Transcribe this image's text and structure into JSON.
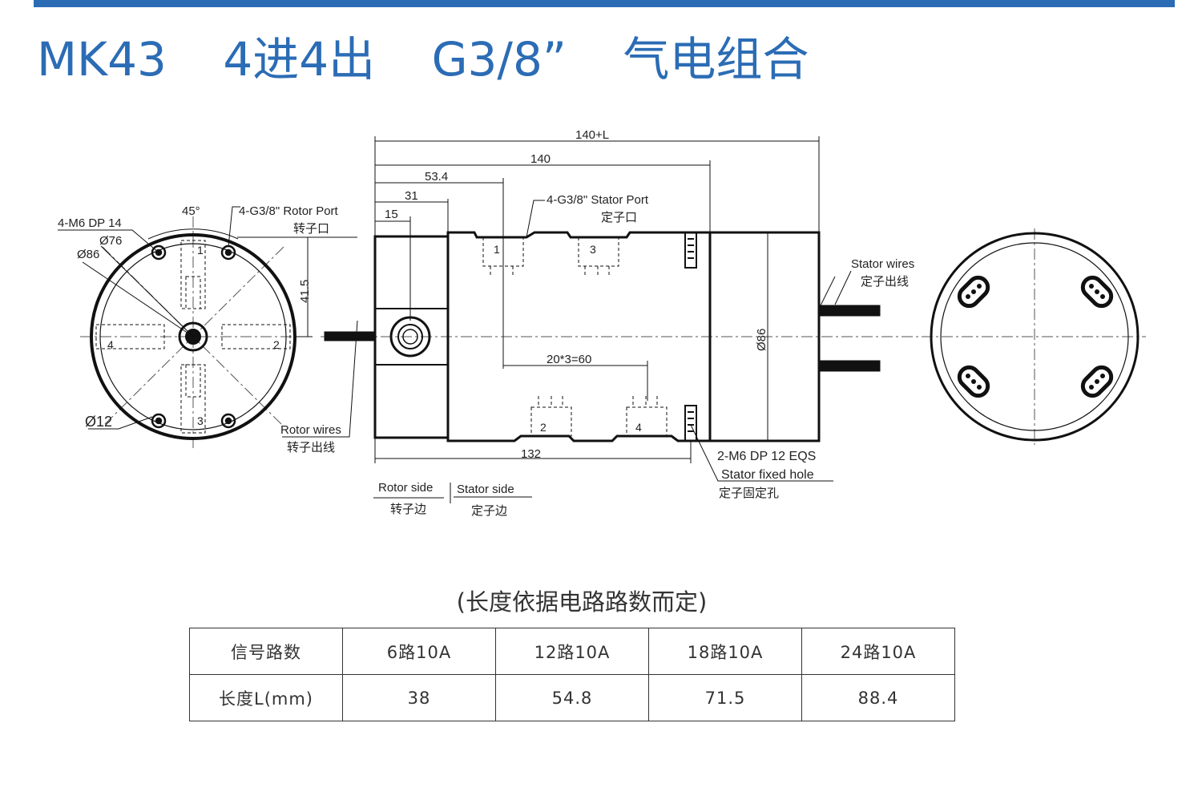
{
  "title": {
    "model": "MK43",
    "ports": "4进4出",
    "thread": "G3/8”",
    "type": "气电组合"
  },
  "colors": {
    "accent": "#2b6cb5",
    "line": "#111111"
  },
  "front_view": {
    "mount_holes": "4-M6 DP 14",
    "angle": "45°",
    "rotor_port_spec": "4-G3/8\" Rotor Port",
    "rotor_port_zh": "转子口",
    "d_inner": "Ø76",
    "d_outer": "Ø86",
    "d_hole": "Ø12",
    "height": "41.5",
    "port_labels": [
      "1",
      "2",
      "3",
      "4"
    ],
    "rotor_wires": "Rotor wires",
    "rotor_wires_zh": "转子出线"
  },
  "side_view": {
    "dim_total": "140+L",
    "dim_140": "140",
    "dim_53_4": "53.4",
    "dim_31": "31",
    "dim_15": "15",
    "dim_pitch": "20*3=60",
    "dim_132": "132",
    "dim_dia": "Ø86",
    "stator_port_spec": "4-G3/8\" Stator Port",
    "stator_port_zh": "定子口",
    "port_labels": [
      "1",
      "2",
      "3",
      "4"
    ],
    "stator_wires": "Stator wires",
    "stator_wires_zh": "定子出线",
    "fixed_hole_spec": "2-M6 DP 12 EQS",
    "fixed_hole": "Stator fixed hole",
    "fixed_hole_zh": "定子固定孔",
    "rotor_side": "Rotor side",
    "rotor_side_zh": "转子边",
    "stator_side": "Stator side",
    "stator_side_zh": "定子边"
  },
  "table": {
    "caption": "(长度依据电路路数而定)",
    "row_headers": [
      "信号路数",
      "长度L(mm)"
    ],
    "circuits": [
      "6路10A",
      "12路10A",
      "18路10A",
      "24路10A"
    ],
    "lengths": [
      "38",
      "54.8",
      "71.5",
      "88.4"
    ]
  }
}
